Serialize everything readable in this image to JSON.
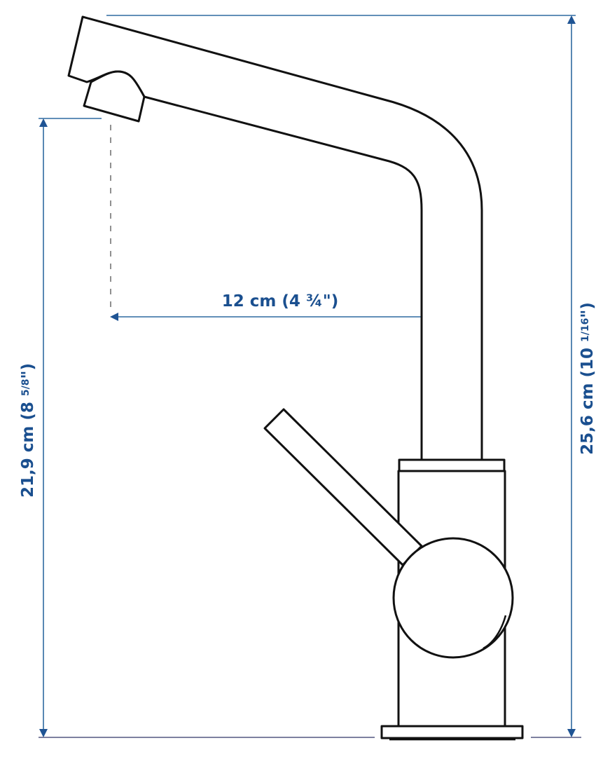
{
  "diagram": {
    "subject": "Kitchen mixer tap dimension drawing",
    "colors": {
      "dimension": "#1a4f8f",
      "dimension_line": "#2f6aa0",
      "outline": "#111111",
      "background": "#ffffff"
    },
    "dimensions": {
      "reach": {
        "label": "12 cm (4 ¾\")",
        "value_cm": "12",
        "value_in": "4 ¾"
      },
      "spout_height": {
        "label_main": "21,9 cm (8 ",
        "label_frac": "5/8",
        "label_end": "\")",
        "value_cm": "21,9",
        "value_in": "8 5/8"
      },
      "total_height": {
        "label_main": "25,6 cm (10 ",
        "label_frac": "1/16",
        "label_end": "\")",
        "value_cm": "25,6",
        "value_in": "10 1/16"
      }
    },
    "parts": [
      "spout",
      "aerator",
      "swivel-collar",
      "body",
      "lever-handle",
      "handle-hub",
      "base-plate"
    ]
  }
}
